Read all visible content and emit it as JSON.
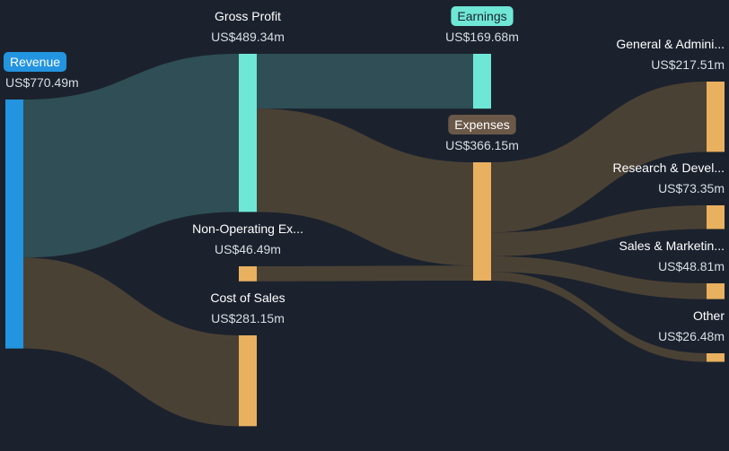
{
  "chart_data": {
    "type": "sankey",
    "title": "",
    "currency_format": "US$",
    "colors": {
      "background": "#1b222d",
      "revenue": "#2394df",
      "profit": "#6fe7d6",
      "expense": "#e9b060",
      "profit_link": "#2f4e55",
      "expense_link": "#4a4135",
      "expenses_badge": "#6a5848"
    },
    "nodes": [
      {
        "id": "revenue",
        "name": "Revenue",
        "value_label": "US$770.49m",
        "value": 770.49,
        "kind": "revenue",
        "badge": true
      },
      {
        "id": "gross_profit",
        "name": "Gross Profit",
        "value_label": "US$489.34m",
        "value": 489.34,
        "kind": "profit",
        "badge": false
      },
      {
        "id": "non_operating",
        "name": "Non-Operating Ex...",
        "value_label": "US$46.49m",
        "value": 46.49,
        "kind": "expense",
        "badge": false
      },
      {
        "id": "cost_of_sales",
        "name": "Cost of Sales",
        "value_label": "US$281.15m",
        "value": 281.15,
        "kind": "expense",
        "badge": false
      },
      {
        "id": "earnings",
        "name": "Earnings",
        "value_label": "US$169.68m",
        "value": 169.68,
        "kind": "profit",
        "badge": true
      },
      {
        "id": "expenses",
        "name": "Expenses",
        "value_label": "US$366.15m",
        "value": 366.15,
        "kind": "expense",
        "badge": true
      },
      {
        "id": "general_admin",
        "name": "General & Admini...",
        "value_label": "US$217.51m",
        "value": 217.51,
        "kind": "expense",
        "badge": false
      },
      {
        "id": "research_dev",
        "name": "Research & Devel...",
        "value_label": "US$73.35m",
        "value": 73.35,
        "kind": "expense",
        "badge": false
      },
      {
        "id": "sales_marketing",
        "name": "Sales & Marketin...",
        "value_label": "US$48.81m",
        "value": 48.81,
        "kind": "expense",
        "badge": false
      },
      {
        "id": "other",
        "name": "Other",
        "value_label": "US$26.48m",
        "value": 26.48,
        "kind": "expense",
        "badge": false
      }
    ],
    "links": [
      {
        "source": "revenue",
        "target": "gross_profit",
        "value": 489.34,
        "kind": "profit"
      },
      {
        "source": "revenue",
        "target": "cost_of_sales",
        "value": 281.15,
        "kind": "expense"
      },
      {
        "source": "gross_profit",
        "target": "earnings",
        "value": 169.68,
        "kind": "profit"
      },
      {
        "source": "gross_profit",
        "target": "expenses",
        "value": 319.66,
        "kind": "expense"
      },
      {
        "source": "non_operating",
        "target": "expenses",
        "value": 46.49,
        "kind": "expense"
      },
      {
        "source": "expenses",
        "target": "general_admin",
        "value": 217.51,
        "kind": "expense"
      },
      {
        "source": "expenses",
        "target": "research_dev",
        "value": 73.35,
        "kind": "expense"
      },
      {
        "source": "expenses",
        "target": "sales_marketing",
        "value": 48.81,
        "kind": "expense"
      },
      {
        "source": "expenses",
        "target": "other",
        "value": 26.48,
        "kind": "expense"
      }
    ]
  }
}
